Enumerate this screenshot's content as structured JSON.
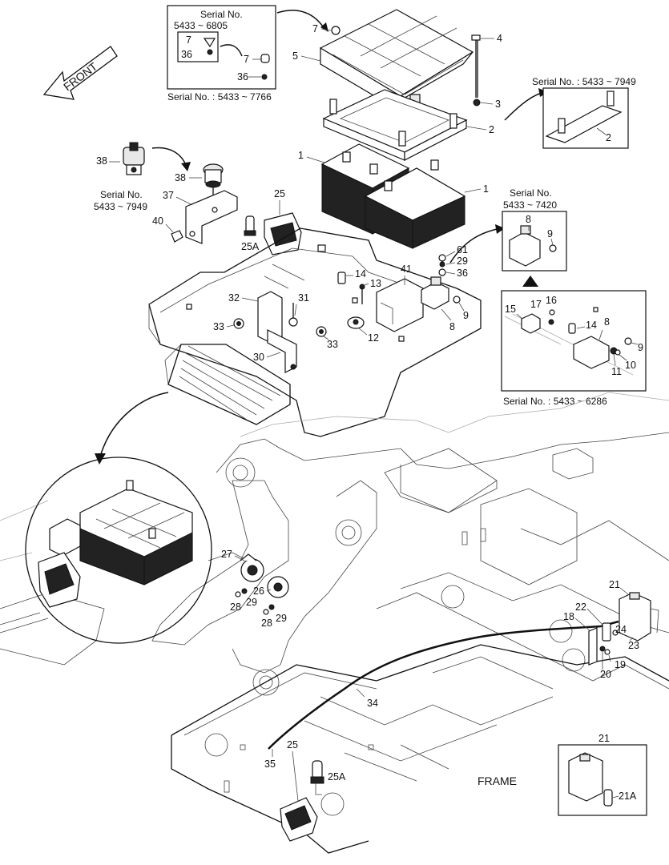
{
  "front_label": "FRONT",
  "frame_label": "FRAME",
  "inset_serial_top": {
    "title_line1": "Serial No.",
    "title_line2": "5433 ~ 6805",
    "footer": "Serial No. : 5433 ~ 7766",
    "part_7a": "7",
    "part_36a": "36",
    "part_7b": "7",
    "part_36b": "36"
  },
  "inset_serial_right": {
    "title": "Serial No. : 5433 ~ 7949",
    "part_2": "2"
  },
  "inset_serial_38": {
    "line1": "Serial No.",
    "line2": "5433 ~ 7949",
    "part_38": "38"
  },
  "inset_serial_7420": {
    "line1": "Serial No.",
    "line2": "5433 ~ 7420",
    "part_8": "8",
    "part_9": "9"
  },
  "inset_serial_6286": {
    "footer": "Serial No. : 5433 ~ 6286",
    "parts": [
      "15",
      "17",
      "16",
      "14",
      "8",
      "9",
      "10",
      "11"
    ]
  },
  "inset_21": {
    "part_21": "21",
    "part_21a": "21A"
  },
  "callouts": {
    "p7": "7",
    "p5": "5",
    "p4": "4",
    "p3": "3",
    "p2": "2",
    "p1a": "1",
    "p1b": "1",
    "p38": "38",
    "p37": "37",
    "p40": "40",
    "p25": "25",
    "p25a": "25A",
    "p61": "61",
    "p29": "29",
    "p36": "36",
    "p41": "41",
    "p14": "14",
    "p13": "13",
    "p8": "8",
    "p9": "9",
    "p12": "12",
    "p32": "32",
    "p31": "31",
    "p33a": "33",
    "p33b": "33",
    "p30": "30",
    "p27": "27",
    "p26": "26",
    "p29a": "29",
    "p29b": "29",
    "p28a": "28",
    "p28b": "28",
    "p21": "21",
    "p22": "22",
    "p18": "18",
    "p24": "24",
    "p23": "23",
    "p19": "19",
    "p20": "20",
    "p34": "34",
    "p35": "35",
    "p25b": "25",
    "p25ab": "25A"
  }
}
